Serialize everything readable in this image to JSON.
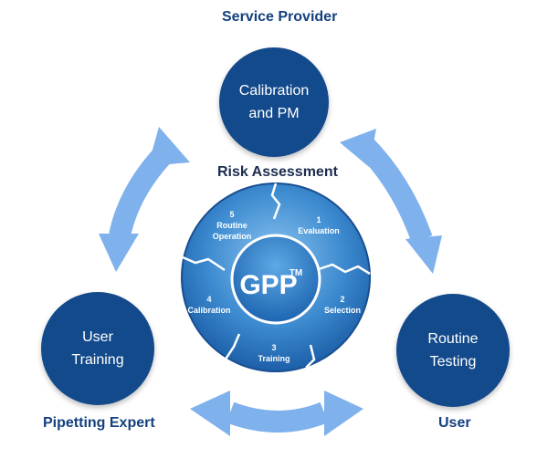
{
  "labels": {
    "service_provider": "Service Provider",
    "risk_assessment": "Risk Assessment",
    "pipetting_expert": "Pipetting Expert",
    "user": "User"
  },
  "nodes": {
    "calibration_pm": [
      "Calibration",
      "and PM"
    ],
    "user_training": [
      "User",
      "Training"
    ],
    "routine_testing": [
      "Routine",
      "Testing"
    ]
  },
  "wheel": {
    "center_label": "GPP",
    "center_mark": "TM",
    "segments": [
      {
        "number": "1",
        "label": "Evaluation"
      },
      {
        "number": "2",
        "label": "Selection"
      },
      {
        "number": "3",
        "label": "Training"
      },
      {
        "number": "4",
        "label": "Calibration"
      },
      {
        "number": "5",
        "label_lines": [
          "Routine",
          "Operation"
        ]
      }
    ]
  },
  "colors": {
    "node_fill": "#134a8c",
    "label_blue": "#14407f",
    "arrow_fill": "#7fb1ec",
    "wheel_light": "#4b97d6",
    "wheel_dark": "#1a5ea8",
    "center_fill": "#2b7fc9"
  }
}
